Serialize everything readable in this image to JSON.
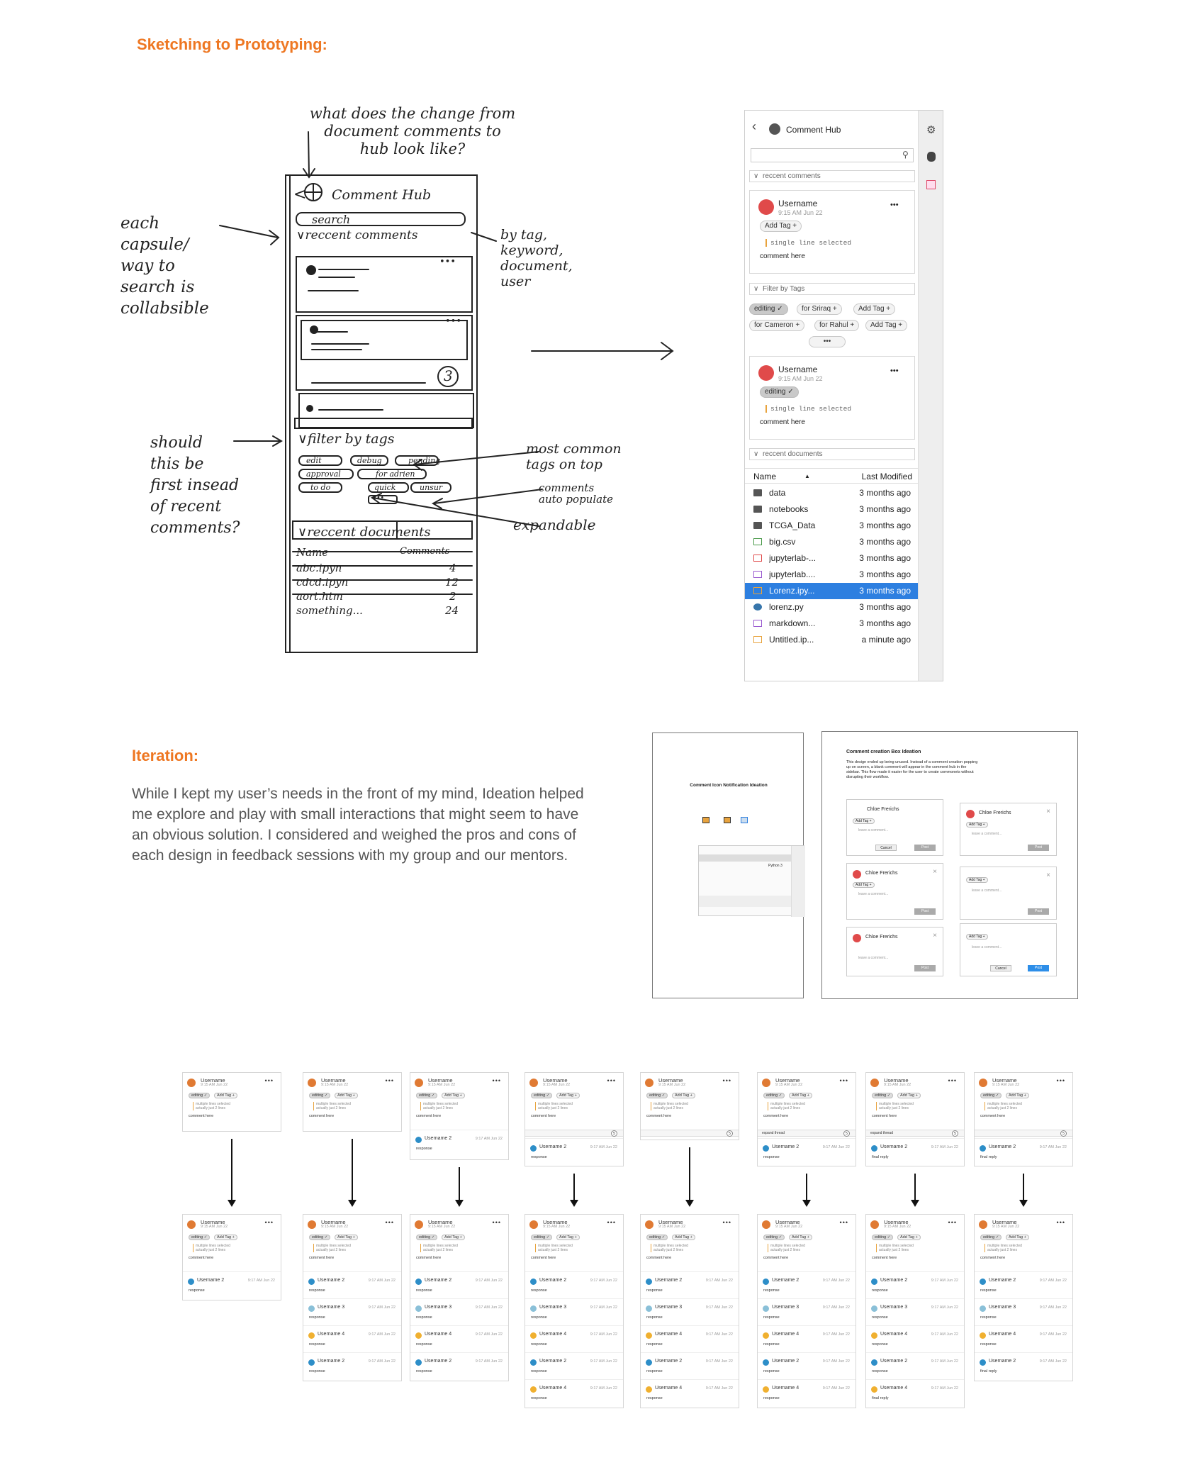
{
  "sections": {
    "sketch_title": "Sketching to Prototyping:",
    "iteration_title": "Iteration:",
    "iteration_body": "While I kept my user’s needs in the front of my mind, Ideation helped me explore and play with small interactions that might seem to have an obvious solution. I considered and weighed the pros and cons of each design in feedback sessions with my group and our mentors."
  },
  "sketch": {
    "question": "what does the change from\ndocument comments to\nhub look like?",
    "capsule_note": "each\ncapsule/\nway to\nsearch is\ncollabsible",
    "bytag_note": "by tag,\nkeyword,\ndocument,\nuser",
    "should_note": "should\nthis be\nfirst insead\nof recent\ncomments?",
    "common_note": "most common\ntags on top",
    "auto_note": "comments\nauto populate",
    "expand_note": "expandable",
    "hub_title": "Comment Hub",
    "search": "search",
    "recent_comments": "reccent comments",
    "filter_tags": "filter by tags",
    "recent_docs": "reccent documents",
    "tags": [
      "edit",
      "debug",
      "pending",
      "approval",
      "for adrien",
      "to do",
      "quick",
      "unsur"
    ],
    "badge": "3",
    "dots": "•••",
    "doc_header": [
      "Name",
      "Comments"
    ],
    "docs": [
      {
        "name": "abc.ipyn",
        "count": "4"
      },
      {
        "name": "cdcd.ipyn",
        "count": "12"
      },
      {
        "name": "aort.htm",
        "count": "2"
      },
      {
        "name": "something...",
        "count": "24"
      }
    ]
  },
  "hub": {
    "title": "Comment Hub",
    "recent_comments": "reccent comments",
    "filter_by_tags": "Filter by Tags",
    "recent_documents": "reccent documents",
    "card1": {
      "user": "Username",
      "time": "9:15 AM Jun 22",
      "tag": "Add Tag",
      "selection": "single line selected",
      "comment": "comment here",
      "dots": "•••"
    },
    "card2": {
      "user": "Username",
      "time": "9:15 AM Jun 22",
      "tag": "editing",
      "selection": "single line selected",
      "comment": "comment here",
      "dots": "•••"
    },
    "filter_tags": [
      "editing",
      "for Sriraq",
      "Add Tag",
      "for Cameron",
      "for Rahul",
      "Add Tag"
    ],
    "more": "•••",
    "table_headers": {
      "name": "Name",
      "modified": "Last Modified"
    },
    "files": [
      {
        "name": "data",
        "modified": "3 months ago",
        "icon": "folder-icon"
      },
      {
        "name": "notebooks",
        "modified": "3 months ago",
        "icon": "folder-icon"
      },
      {
        "name": "TCGA_Data",
        "modified": "3 months ago",
        "icon": "folder-icon"
      },
      {
        "name": "big.csv",
        "modified": "3 months ago",
        "icon": "csv-icon"
      },
      {
        "name": "jupyterlab-...",
        "modified": "3 months ago",
        "icon": "pdf-icon"
      },
      {
        "name": "jupyterlab....",
        "modified": "3 months ago",
        "icon": "markdown-icon"
      },
      {
        "name": "Lorenz.ipy...",
        "modified": "3 months ago",
        "icon": "notebook-icon"
      },
      {
        "name": "lorenz.py",
        "modified": "3 months ago",
        "icon": "python-icon"
      },
      {
        "name": "markdown...",
        "modified": "3 months ago",
        "icon": "markdown-icon"
      },
      {
        "name": "Untitled.ip...",
        "modified": "a minute ago",
        "icon": "notebook-icon"
      }
    ],
    "selected_file": "Lorenz.ipy..."
  },
  "ideation": {
    "notif_title": "Comment Icon Notification Ideation",
    "notif_kernel": "Python 3",
    "creation_title": "Comment creation Box Ideation",
    "creation_desc": "This design ended up being unused. Instead of a comment creation popping up on screen, a blank comment will appear in the comment hub in the sidebar. This flow made it easier for the user to create commonets without disrupting their workflow.",
    "user": "Chloe Frerichs",
    "add_tag": "Add Tag",
    "placeholder": "leave a comment...",
    "cancel": "Cancel",
    "post": "Post"
  },
  "mini": {
    "user": "Username",
    "time": "9:15 AM Jun 22",
    "tag1": "editing",
    "tag2": "Add Tag",
    "sel1": "multiple lines selected",
    "sel2": "actually just 2 lines",
    "comment": "comment here",
    "dots": "•••",
    "reply_time": "9:17 AM Jun 22",
    "response": "response",
    "final": "final reply",
    "expand": "expand thread",
    "count": "5",
    "users": [
      "Username 2",
      "Username 3",
      "Username 4",
      "Username 2",
      "Username 4"
    ]
  },
  "colors": {
    "accent": "#ee7722",
    "selected": "#2d7fe0",
    "avatar": "#e04a4a"
  }
}
